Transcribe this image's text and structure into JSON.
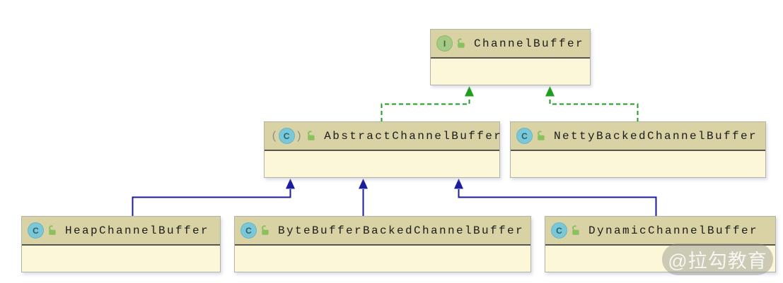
{
  "diagram": {
    "type": "uml-class-diagram",
    "background_color": "#ffffff",
    "nodes": [
      {
        "id": "channel-buffer",
        "label": "ChannelBuffer",
        "kind": "interface",
        "icon_letter": "I",
        "visibility_icon": "unlock-icon"
      },
      {
        "id": "abstract-channel-buffer",
        "label": "AbstractChannelBuffer",
        "kind": "abstract-class",
        "icon_letter": "C",
        "paren_left": "(",
        "paren_right": ")",
        "visibility_icon": "unlock-icon"
      },
      {
        "id": "netty-backed-channel-buffer",
        "label": "NettyBackedChannelBuffer",
        "kind": "class",
        "icon_letter": "C",
        "visibility_icon": "unlock-icon"
      },
      {
        "id": "heap-channel-buffer",
        "label": "HeapChannelBuffer",
        "kind": "class",
        "icon_letter": "C",
        "visibility_icon": "unlock-icon"
      },
      {
        "id": "byte-buffer-backed-channel-buffer",
        "label": "ByteBufferBackedChannelBuffer",
        "kind": "class",
        "icon_letter": "C",
        "visibility_icon": "unlock-icon"
      },
      {
        "id": "dynamic-channel-buffer",
        "label": "DynamicChannelBuffer",
        "kind": "class",
        "icon_letter": "C",
        "visibility_icon": "unlock-icon"
      }
    ],
    "edges": [
      {
        "from": "AbstractChannelBuffer",
        "to": "ChannelBuffer",
        "relation": "implements",
        "line_style": "dashed",
        "color": "#1f9e1f"
      },
      {
        "from": "NettyBackedChannelBuffer",
        "to": "ChannelBuffer",
        "relation": "implements",
        "line_style": "dashed",
        "color": "#1f9e1f"
      },
      {
        "from": "HeapChannelBuffer",
        "to": "AbstractChannelBuffer",
        "relation": "extends",
        "line_style": "solid",
        "color": "#1c1c9e"
      },
      {
        "from": "ByteBufferBackedChannelBuffer",
        "to": "AbstractChannelBuffer",
        "relation": "extends",
        "line_style": "solid",
        "color": "#1c1c9e"
      },
      {
        "from": "DynamicChannelBuffer",
        "to": "AbstractChannelBuffer",
        "relation": "extends",
        "line_style": "solid",
        "color": "#1c1c9e"
      }
    ],
    "colors": {
      "node_header": "#d8d2a4",
      "node_body": "#fcf7d8",
      "node_border": "#b3b3a6",
      "header_divider": "#56564e",
      "implements_arrow": "#1f9e1f",
      "extends_arrow": "#1c1c9e",
      "interface_icon": "#a4ca86",
      "class_icon": "#7ac8d7",
      "lock_icon": "#8bc05e"
    },
    "watermark": {
      "text": "@拉勾教育"
    }
  }
}
